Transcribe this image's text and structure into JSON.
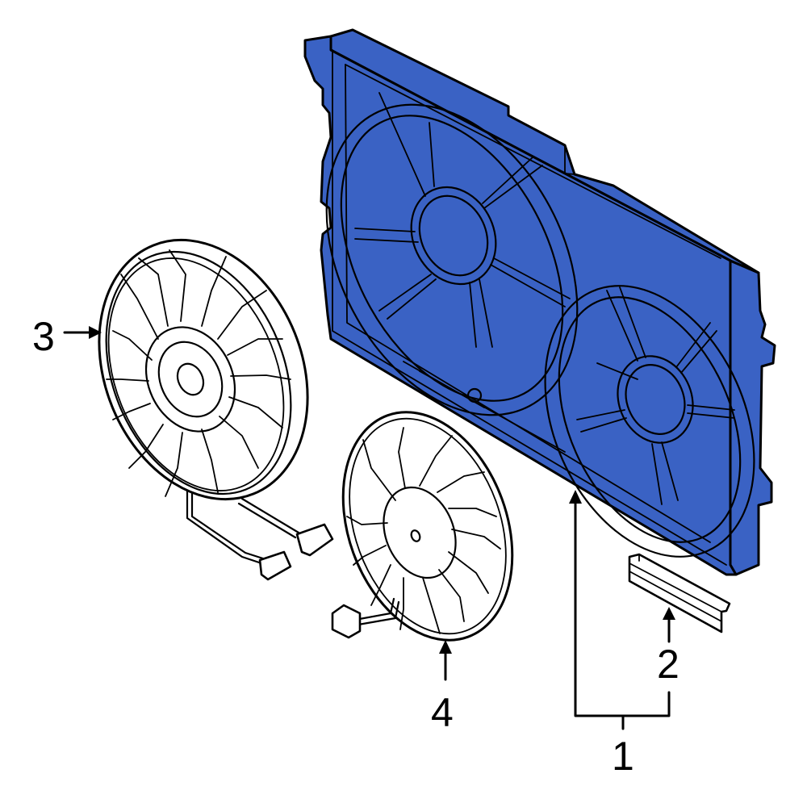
{
  "diagram": {
    "type": "exploded-parts-diagram",
    "subject": "Radiator cooling fan assembly",
    "colors": {
      "highlight": "#3a62c4",
      "line": "#000000",
      "background": "#ffffff"
    },
    "parts": [
      {
        "callout": "1",
        "name": "Fan shroud",
        "highlighted": true
      },
      {
        "callout": "2",
        "name": "Bracket strip",
        "highlighted": false
      },
      {
        "callout": "3",
        "name": "Fan assembly (large, dual connector)",
        "highlighted": false
      },
      {
        "callout": "4",
        "name": "Fan assembly (small, single connector)",
        "highlighted": false
      }
    ]
  },
  "callouts": {
    "c1": "1",
    "c2": "2",
    "c3": "3",
    "c4": "4"
  }
}
